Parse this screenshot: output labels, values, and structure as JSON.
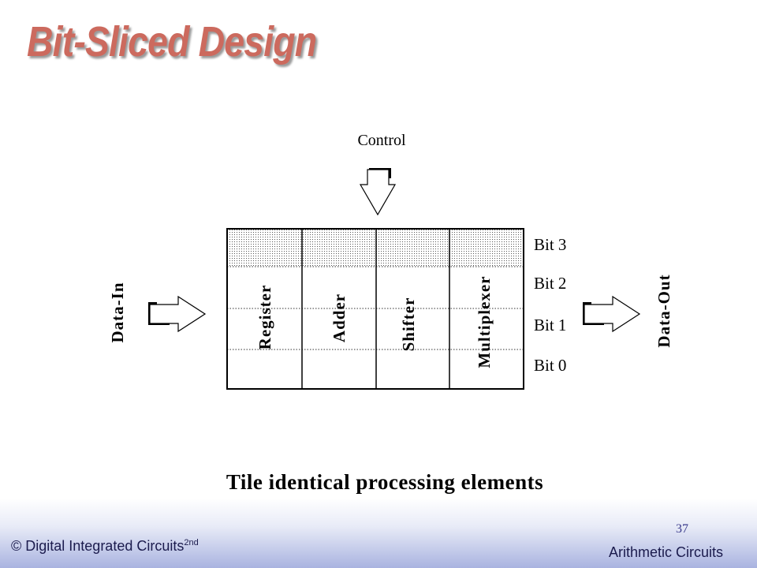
{
  "slide": {
    "title": "Bit-Sliced Design",
    "page_number": "37"
  },
  "diagram": {
    "control_label": "Control",
    "data_in_label": "Data-In",
    "data_out_label": "Data-Out",
    "columns": [
      "Register",
      "Adder",
      "Shifter",
      "Multiplexer"
    ],
    "rows": [
      "Bit 3",
      "Bit 2",
      "Bit 1",
      "Bit 0"
    ],
    "caption": "Tile identical processing elements"
  },
  "footer": {
    "left_text": "© Digital Integrated Circuits",
    "left_superscript": "2nd",
    "right_text": "Arithmetic Circuits"
  },
  "colors": {
    "title": "#cc6a5e",
    "footer_text": "#1b1b4d",
    "page_number": "#3a3a8c"
  }
}
